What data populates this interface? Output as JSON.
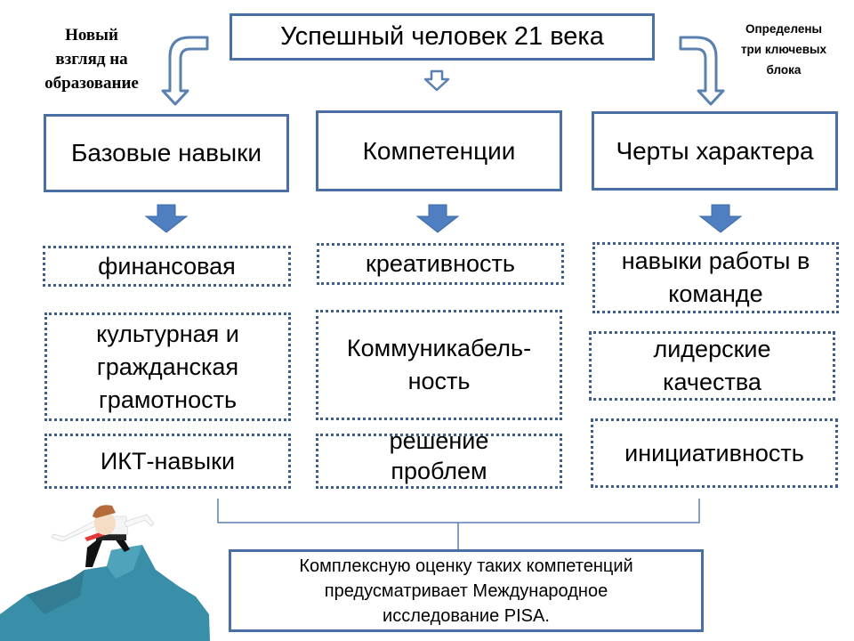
{
  "diagram": {
    "title": "Успешный человек 21 века",
    "left_note": "Новый\nвзгляд на\nобразование",
    "right_note": "Определены\nтри ключевых\nблока",
    "blocks": [
      {
        "heading": "Базовые навыки",
        "items": [
          "финансовая",
          "культурная и\nгражданская\nграмотность",
          "ИКТ-навыки"
        ]
      },
      {
        "heading": "Компетенции",
        "items": [
          "креативность",
          "Коммуникабель-\nность",
          "решение\nпроблем"
        ]
      },
      {
        "heading": "Черты характера",
        "items": [
          "навыки работы в\nкоманде",
          "лидерские\nкачества",
          "инициативность"
        ]
      }
    ],
    "conclusion": "Комплексную оценку таких компетенций\nпредусматривает Международное\nисследование   PISA.",
    "illustration": "man-on-mountain-top-illustration"
  },
  "colors": {
    "box_border": "#4a6fa5",
    "dotted_border": "#3f5f8a",
    "arrow_fill": "#4f7fc0",
    "mountain": "#3a8fa8"
  }
}
